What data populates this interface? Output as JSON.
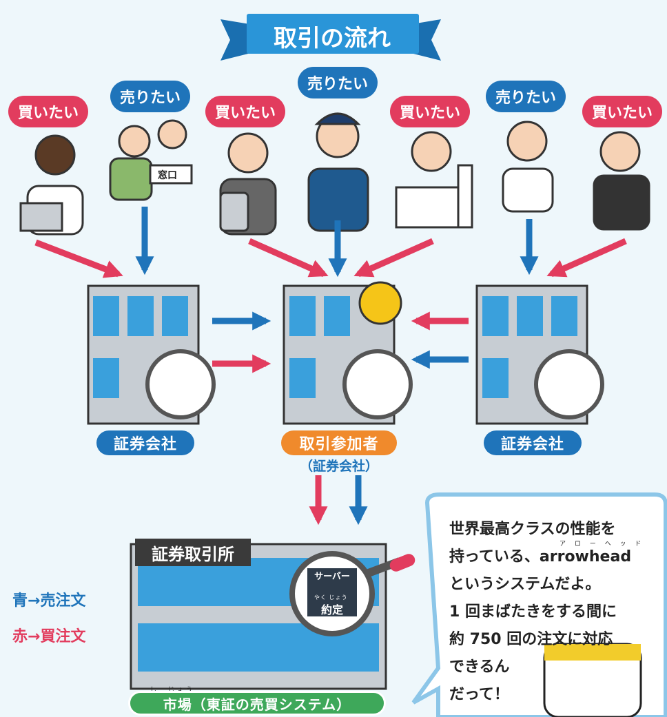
{
  "banner_title": "取引の流れ",
  "traders": [
    {
      "label": "買いたい",
      "kind": "buy"
    },
    {
      "label": "売りたい",
      "kind": "sell"
    },
    {
      "label": "買いたい",
      "kind": "buy"
    },
    {
      "label": "売りたい",
      "kind": "sell"
    },
    {
      "label": "買いたい",
      "kind": "buy"
    },
    {
      "label": "売りたい",
      "kind": "sell"
    },
    {
      "label": "買いたい",
      "kind": "buy"
    }
  ],
  "counter_sign": "窓口",
  "brokers": {
    "left": "証券会社",
    "center": "取引参加者",
    "center_sub": "（証券会社）",
    "right": "証券会社"
  },
  "exchange": {
    "label": "証券取引所",
    "server_label": "サーバー",
    "execution_label": "約定",
    "execution_ruby": "やく じょう",
    "market_label": "市場（東証の売買システム）",
    "market_ruby": "し　じょう"
  },
  "legend": {
    "blue_key": "青",
    "blue_value": "売注文",
    "red_key": "赤",
    "red_value": "買注文",
    "arrow": "→"
  },
  "speech": {
    "lines": [
      "世界最高クラスの性能を",
      "持っている、arrowhead",
      "というシステムだよ。",
      "1 回まばたきをする間に",
      "約 750 回の注文に対応",
      "できるん",
      "だって！"
    ],
    "ruby": "ア ロ ー ヘ ッ ド"
  },
  "colors": {
    "blue": "#1f74ba",
    "red": "#e23c5e",
    "orange": "#f08a2c",
    "green": "#3ea85a",
    "background": "#eef7fb"
  }
}
